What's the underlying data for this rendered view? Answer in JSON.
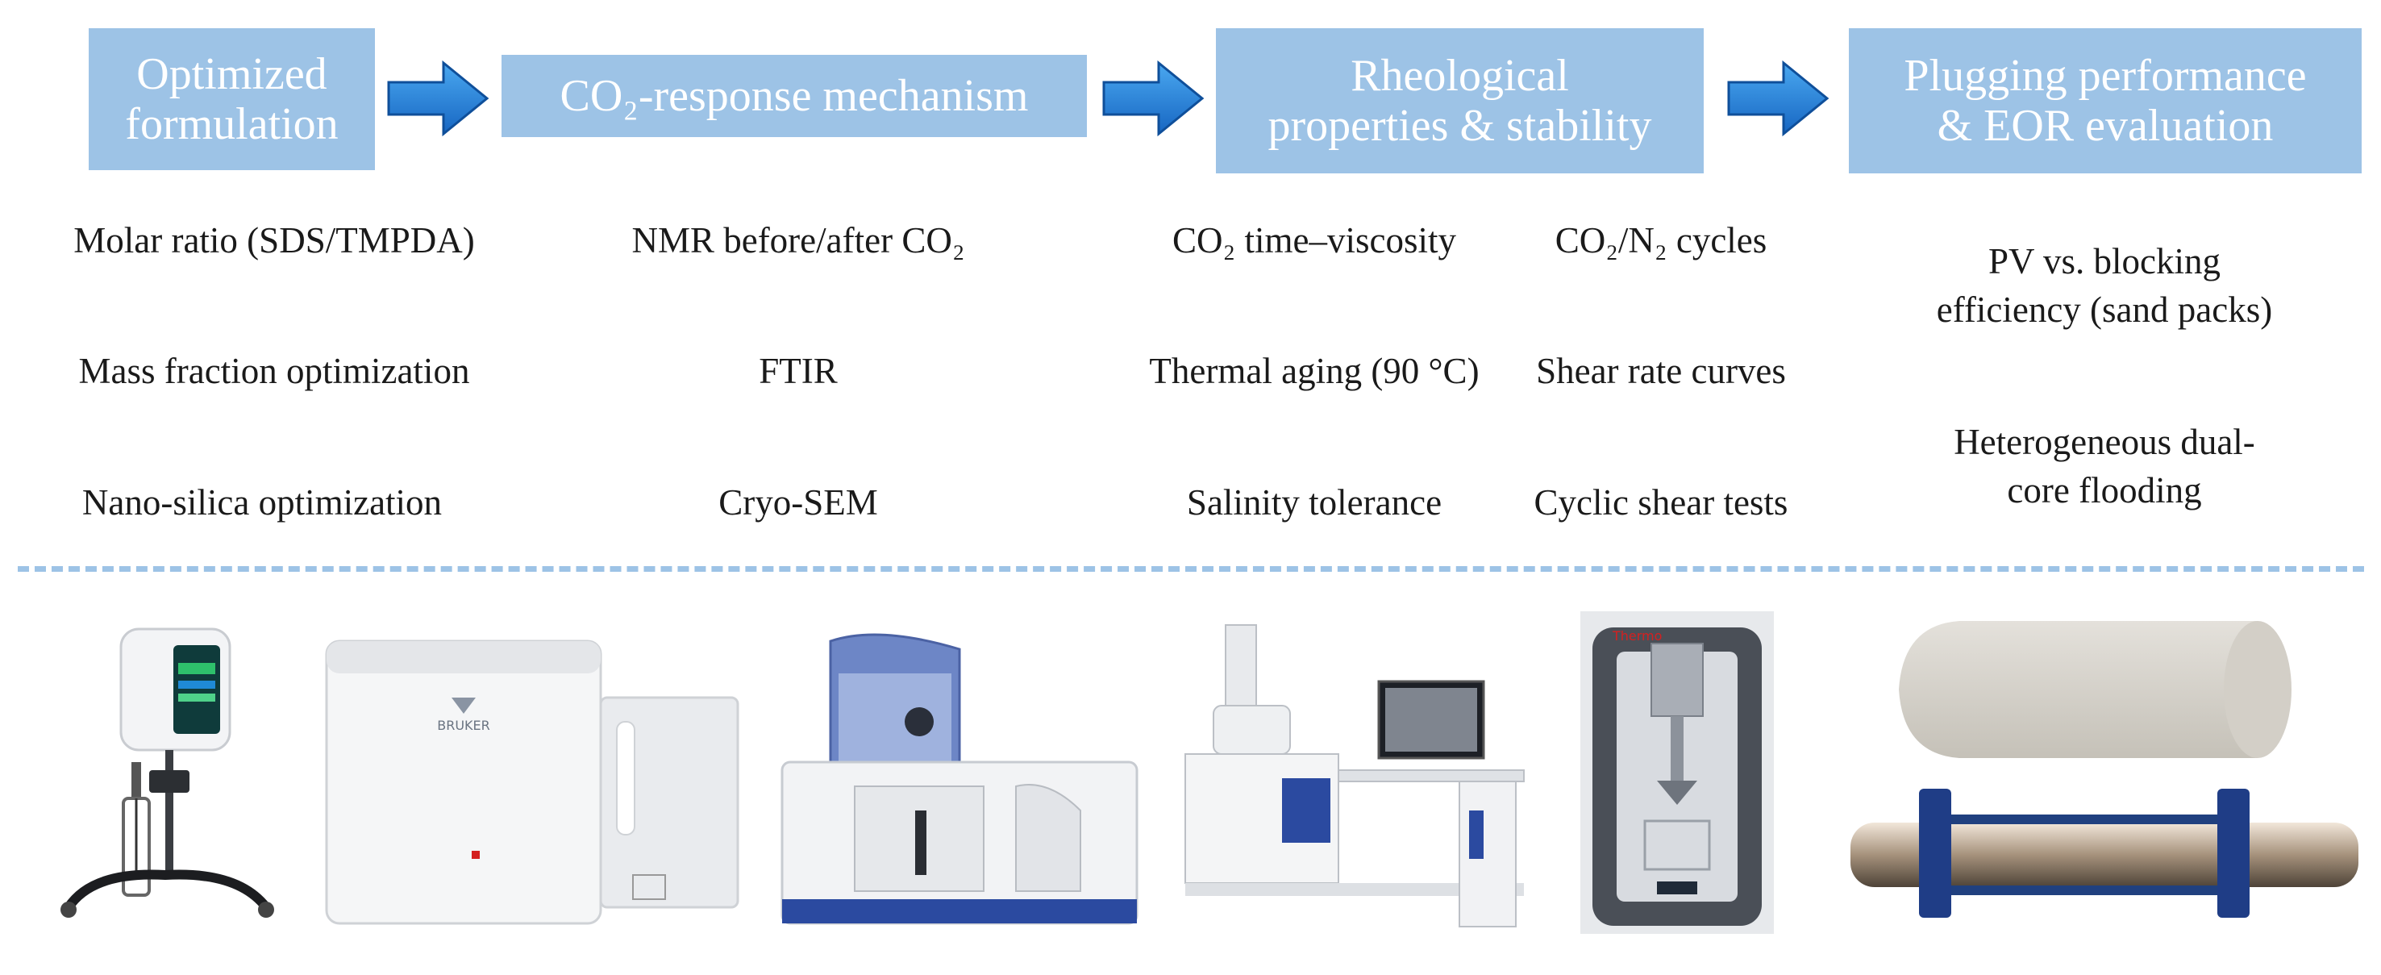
{
  "stages": [
    {
      "line1": "Optimized",
      "line2": "formulation"
    },
    {
      "line1": "CO₂-response mechanism",
      "line2": ""
    },
    {
      "line1": "Rheological",
      "line2": "properties & stability"
    },
    {
      "line1": "Plugging performance",
      "line2": "& EOR evaluation"
    }
  ],
  "col1": [
    "Molar ratio (SDS/TMPDA)",
    "Mass fraction optimization",
    "Nano-silica optimization"
  ],
  "col2": [
    "NMR before/after CO₂",
    "FTIR",
    "Cryo-SEM"
  ],
  "col3a": [
    "CO₂ time–viscosity",
    "Thermal aging (90 °C)",
    "Salinity tolerance"
  ],
  "col3b": [
    "CO₂/N₂ cycles",
    "Shear rate curves",
    "Cyclic shear tests"
  ],
  "col4": [
    {
      "line1": "PV vs. blocking",
      "line2": "efficiency (sand packs)"
    },
    {
      "line1": "Heterogeneous dual-",
      "line2": "core flooding"
    }
  ],
  "colors": {
    "box": "#9dc3e6",
    "arrow": "#1f7fd6",
    "divider": "#9dc3e6"
  },
  "equipment_icons": [
    "viscometer-icon",
    "nmr-spectrometer-icon",
    "ftir-spectrometer-icon",
    "cryo-sem-icon",
    "rheometer-icon",
    "core-flooding-icon"
  ]
}
